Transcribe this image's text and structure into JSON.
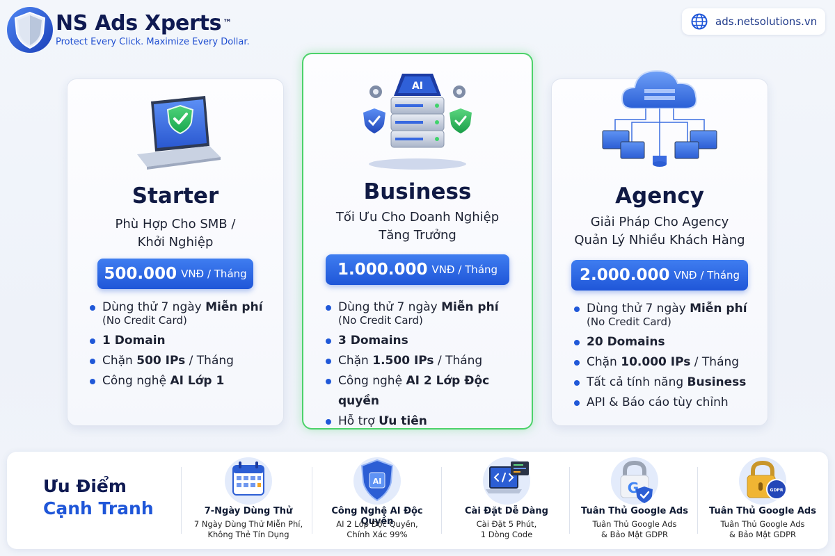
{
  "brand": {
    "name": "NS Ads Xperts",
    "tm": "™",
    "tagline": "Protect Every Click. Maximize Every Dollar."
  },
  "site": {
    "url": "ads.netsolutions.vn",
    "icon": "globe-icon"
  },
  "plans": {
    "starter": {
      "title": "Starter",
      "subtitle_1": "Phù Hợp Cho SMB /",
      "subtitle_2": "Khởi Nghiệp",
      "price": "500.000",
      "unit": "VNĐ / Tháng",
      "f1_pre": "Dùng thử 7 ngày ",
      "f1_bold": "Miễn phí",
      "f1_sub": "(No Credit Card)",
      "f2_bold": "1 Domain",
      "f3_pre": "Chặn ",
      "f3_bold": "500 IPs",
      "f3_post": " / Tháng",
      "f4_pre": "Công nghệ ",
      "f4_bold": "AI Lớp 1"
    },
    "business": {
      "title": "Business",
      "subtitle_1": "Tối Ưu Cho Doanh Nghiệp",
      "subtitle_2": "Tăng Trưởng",
      "price": "1.000.000",
      "unit": "VNĐ / Tháng",
      "f1_pre": "Dùng thử 7 ngày ",
      "f1_bold": "Miễn phí",
      "f1_sub": "(No Credit Card)",
      "f2_bold": "3 Domains",
      "f3_pre": "Chặn ",
      "f3_bold": "1.500 IPs",
      "f3_post": " / Tháng",
      "f4_pre": "Công nghệ ",
      "f4_bold": "AI 2 Lớp Độc quyền",
      "f5_pre": "Hỗ trợ ",
      "f5_bold": "Ưu tiên"
    },
    "agency": {
      "title": "Agency",
      "subtitle_1": "Giải Pháp Cho Agency",
      "subtitle_2": "Quản Lý Nhiều Khách Hàng",
      "price": "2.000.000",
      "unit": "VNĐ / Tháng",
      "f1_pre": "Dùng thử 7 ngày ",
      "f1_bold": "Miễn phí",
      "f1_sub": "(No Credit Card)",
      "f2_bold": "20 Domains",
      "f3_pre": "Chặn ",
      "f3_bold": "10.000 IPs",
      "f3_post": " / Tháng",
      "f4_pre": "Tất cả tính năng ",
      "f4_bold": "Business",
      "f5_pre": "API & Báo cáo tùy chỉnh"
    }
  },
  "advantages": {
    "title_1": "Ưu Điểm",
    "title_2": "Cạnh Tranh",
    "items": [
      {
        "title": "7-Ngày Dùng Thử",
        "desc_1": "7 Ngày Dùng Thử Miễn Phí,",
        "desc_2": "Không Thẻ Tín Dụng",
        "icon": "calendar-icon"
      },
      {
        "title": "Công Nghệ AI Độc Quyền",
        "desc_1": "AI 2 Lớp Độc Quyền,",
        "desc_2": "Chính Xác 99%",
        "icon": "ai-shield-icon",
        "badge": "AI"
      },
      {
        "title": "Cài Đặt Dễ Dàng",
        "desc_1": "Cài Đặt 5 Phút,",
        "desc_2": "1 Dòng Code",
        "icon": "code-laptop-icon"
      },
      {
        "title": "Tuân Thủ Google Ads",
        "desc_1": "Tuân Thủ Google Ads",
        "desc_2": "& Bảo Mật GDPR",
        "icon": "google-lock-icon"
      },
      {
        "title": "Tuân Thủ Google Ads",
        "desc_1": "Tuân Thủ Google Ads",
        "desc_2": "& Bảo Mật GDPR",
        "icon": "gdpr-lock-icon",
        "badge": "GDPR"
      }
    ]
  },
  "colors": {
    "primary": "#1f56d8",
    "navy": "#0f1a52",
    "highlight": "#4cd26a"
  }
}
